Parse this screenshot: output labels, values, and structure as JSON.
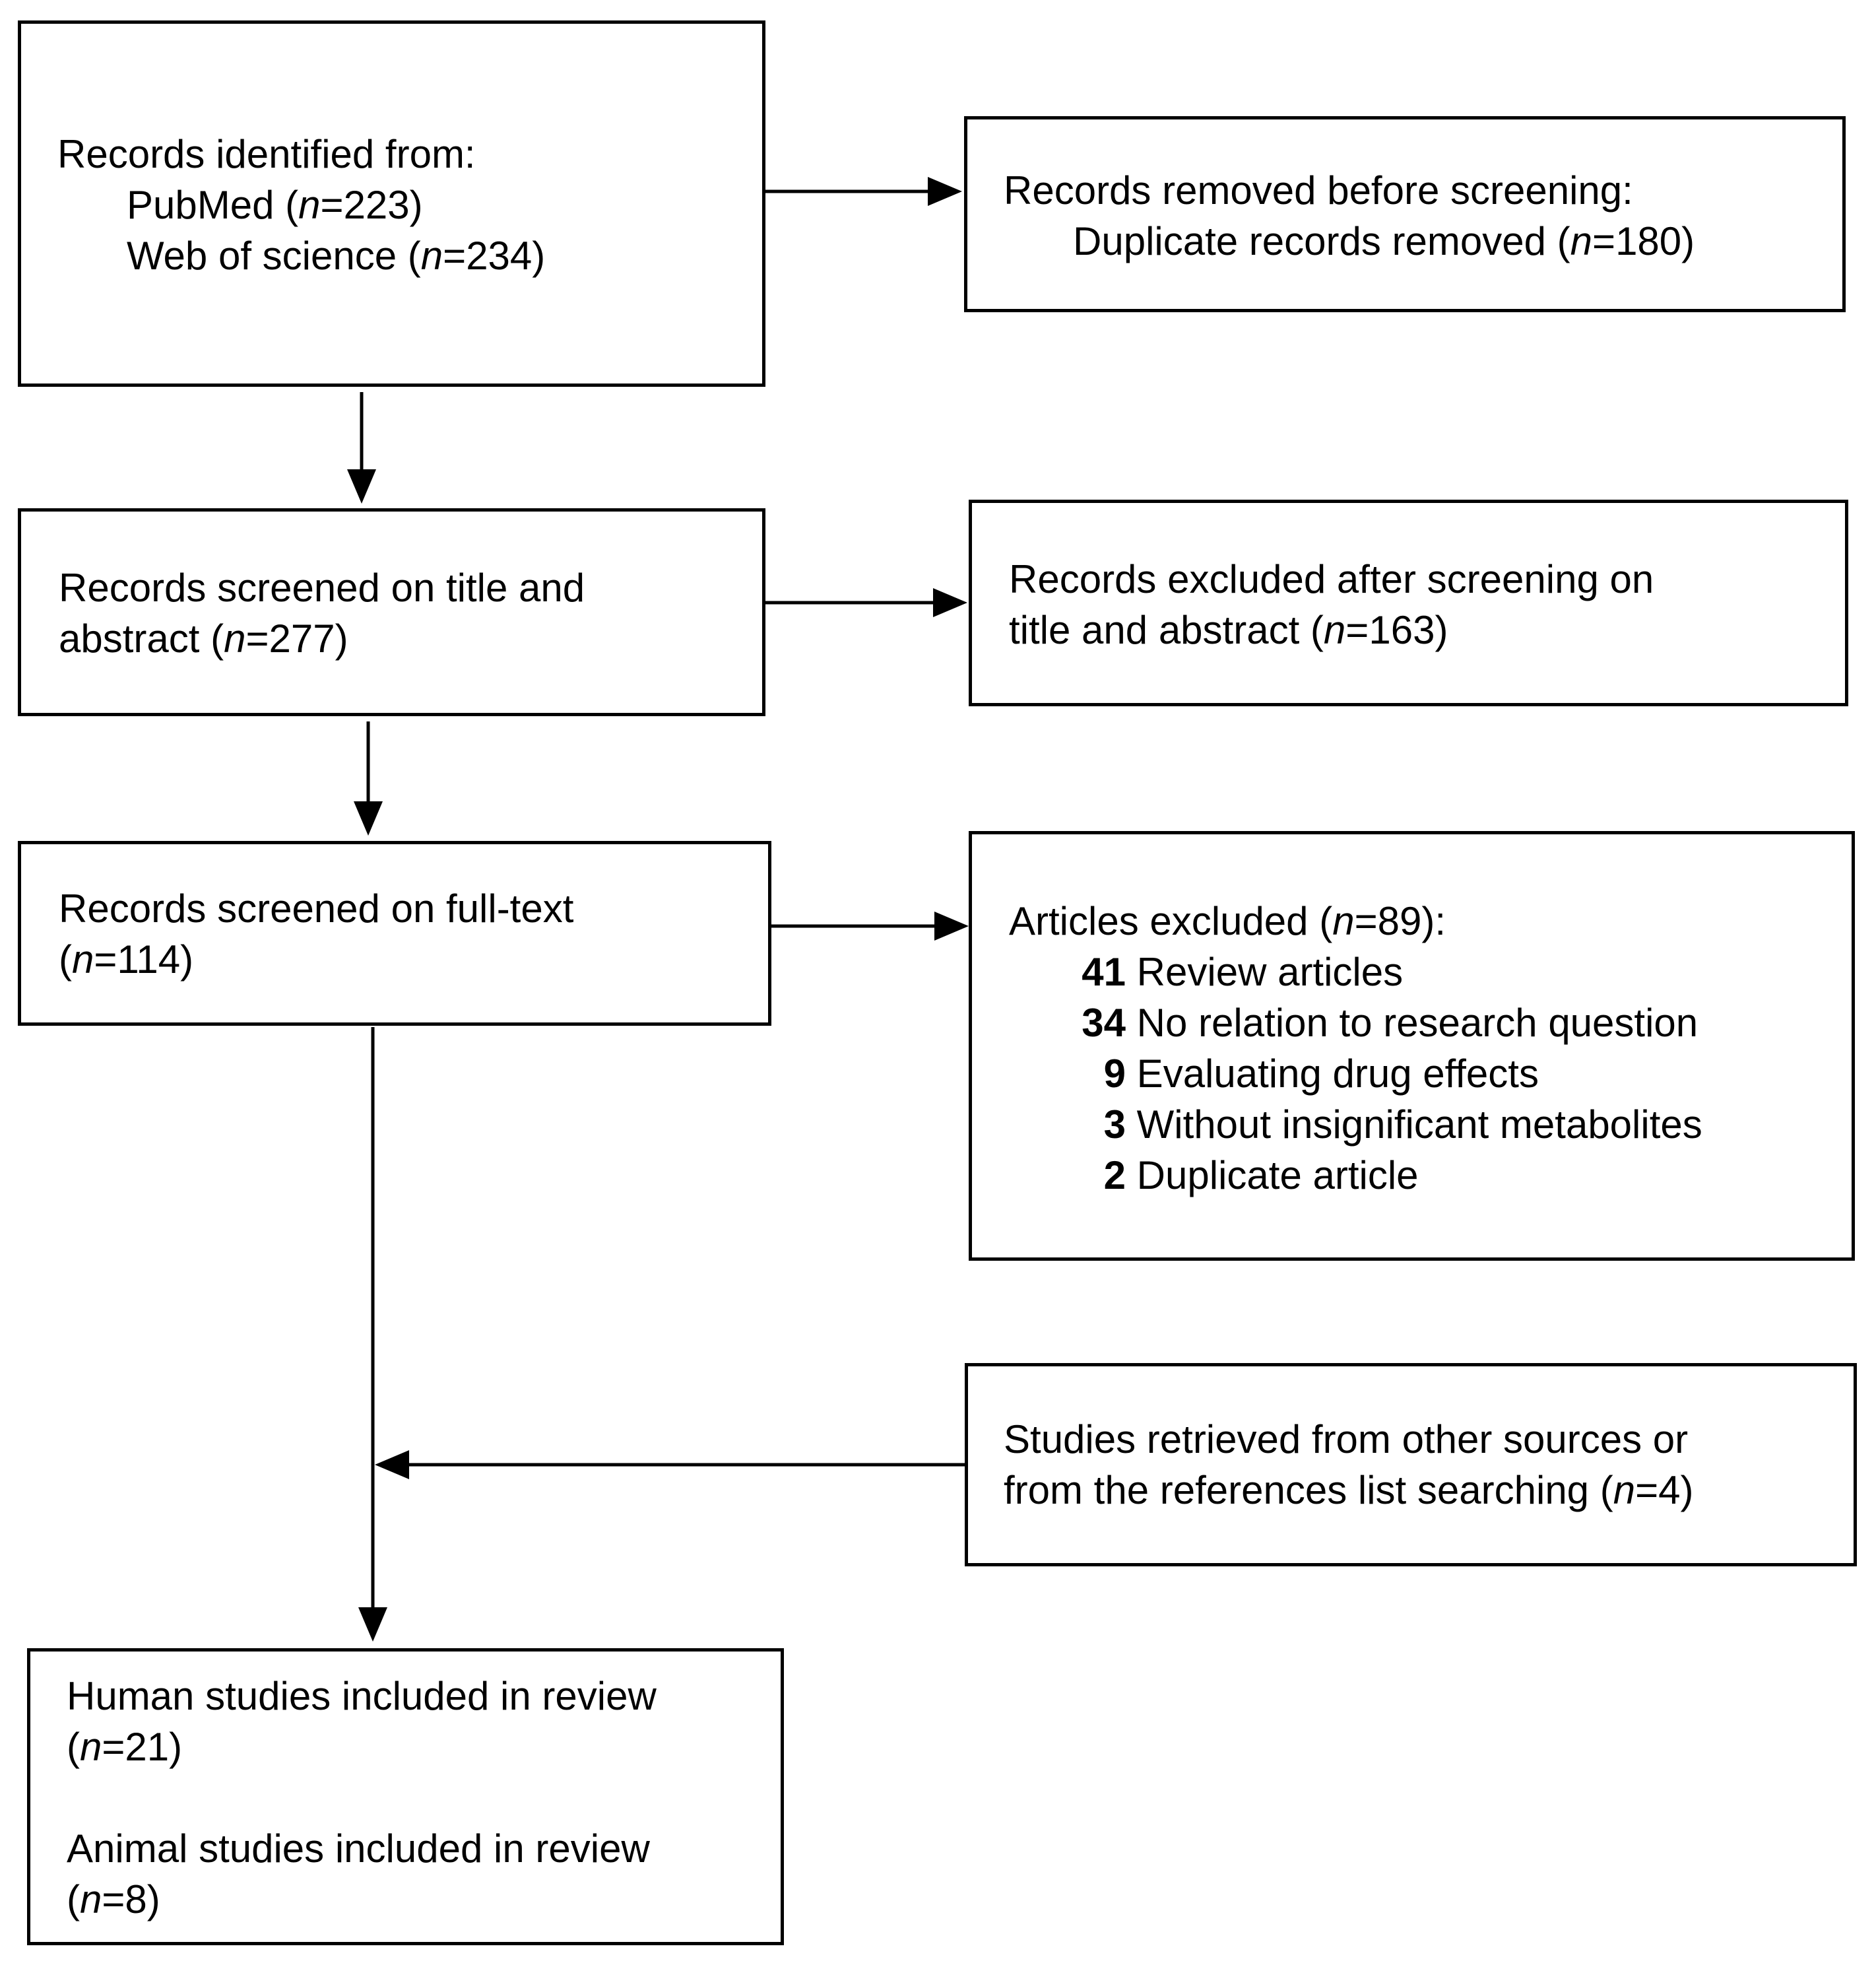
{
  "identified": {
    "heading": "Records identified from:",
    "pubmed_label": "PubMed (",
    "pubmed_n": "223",
    "wos_label": "Web of science (",
    "wos_n": "234"
  },
  "removed": {
    "heading": "Records removed before screening:",
    "dup_label": "Duplicate records removed (",
    "dup_n": "180"
  },
  "screened_title": {
    "line1": "Records screened on title and",
    "line2_pre": "abstract (",
    "n": "277"
  },
  "excluded_title": {
    "line1": "Records excluded after screening on",
    "line2_pre": "title and abstract (",
    "n": "163"
  },
  "screened_full": {
    "line1": "Records screened on full-text",
    "n": "114"
  },
  "articles_excluded": {
    "heading_pre": "Articles excluded (",
    "n": "89",
    "reasons": [
      {
        "count": "41",
        "label": "Review articles"
      },
      {
        "count": "34",
        "label": "No relation to research question"
      },
      {
        "count": "9",
        "label": "Evaluating drug effects"
      },
      {
        "count": "3",
        "label": "Without insignificant metabolites"
      },
      {
        "count": "2",
        "label": "Duplicate article"
      }
    ]
  },
  "other_sources": {
    "line1": "Studies retrieved from other sources or",
    "line2_pre": "from the references list searching (",
    "n": "4"
  },
  "included": {
    "human": "Human studies included in review",
    "human_n": "21",
    "animal": "Animal studies included in review",
    "animal_n": "8"
  },
  "n_symbol": "n",
  "eq": "="
}
